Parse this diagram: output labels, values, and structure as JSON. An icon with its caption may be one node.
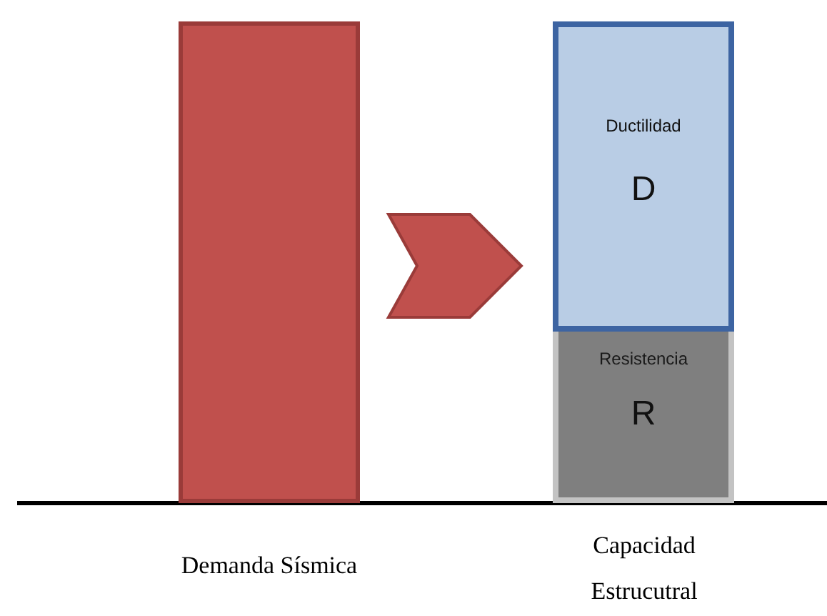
{
  "diagram": {
    "nodes": [
      {
        "text": [],
        "shape": "bar",
        "beside": [
          "Demanda Sísmica"
        ]
      },
      {
        "text": [
          "Ductilidad",
          "D"
        ]
      },
      {
        "text": [
          "Resistencia",
          "R"
        ]
      }
    ],
    "edges": [
      {
        "from": 0,
        "to": 1,
        "arrow": "to"
      }
    ],
    "labels": [
      "Capacidad Estrucutral"
    ]
  }
}
